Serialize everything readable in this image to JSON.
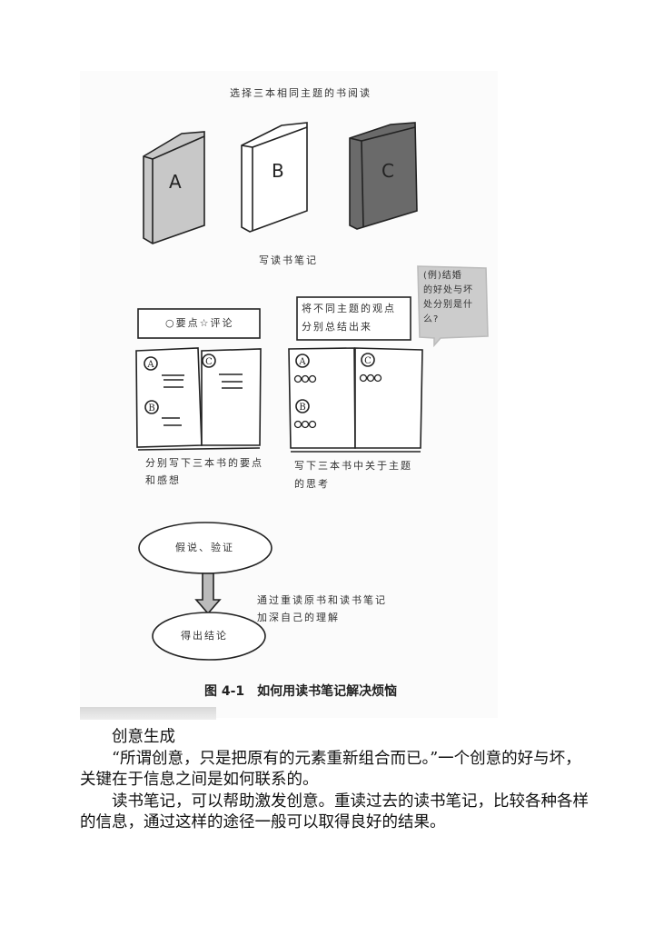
{
  "figure": {
    "top_label": "选择三本相同主题的书阅读",
    "books": [
      "A",
      "B",
      "C"
    ],
    "write_notes_label": "写读书笔记",
    "box_left": "○要点☆评论",
    "box_middle": [
      "将不同主题的观点",
      "分别总结出来"
    ],
    "speech_bubble": [
      "(例)结婚",
      "的好处与坏",
      "处分别是什",
      "么?"
    ],
    "notebook_left_labels": [
      "A",
      "B",
      "C"
    ],
    "notebook_right_labels": [
      "A",
      "B",
      "C"
    ],
    "caption_left": [
      "分别写下三本书的要点",
      "和感想"
    ],
    "caption_right": [
      "写下三本书中关于主题",
      "的思考"
    ],
    "oval_top": "假说、验证",
    "oval_bottom": "得出结论",
    "arrow_note": [
      "通过重读原书和读书笔记",
      "加深自己的理解"
    ],
    "figure_number": "图 4-1",
    "figure_title": "如何用读书笔记解决烦恼"
  },
  "body": {
    "heading": "创意生成",
    "paragraphs": [
      "“所谓创意，只是把原有的元素重新组合而已。”一个创意的好与坏，关键在于信息之间是如何联系的。",
      "读书笔记，可以帮助激发创意。重读过去的读书笔记，比较各种各样的信息，通过这样的途径一般可以取得良好的结果。"
    ]
  }
}
